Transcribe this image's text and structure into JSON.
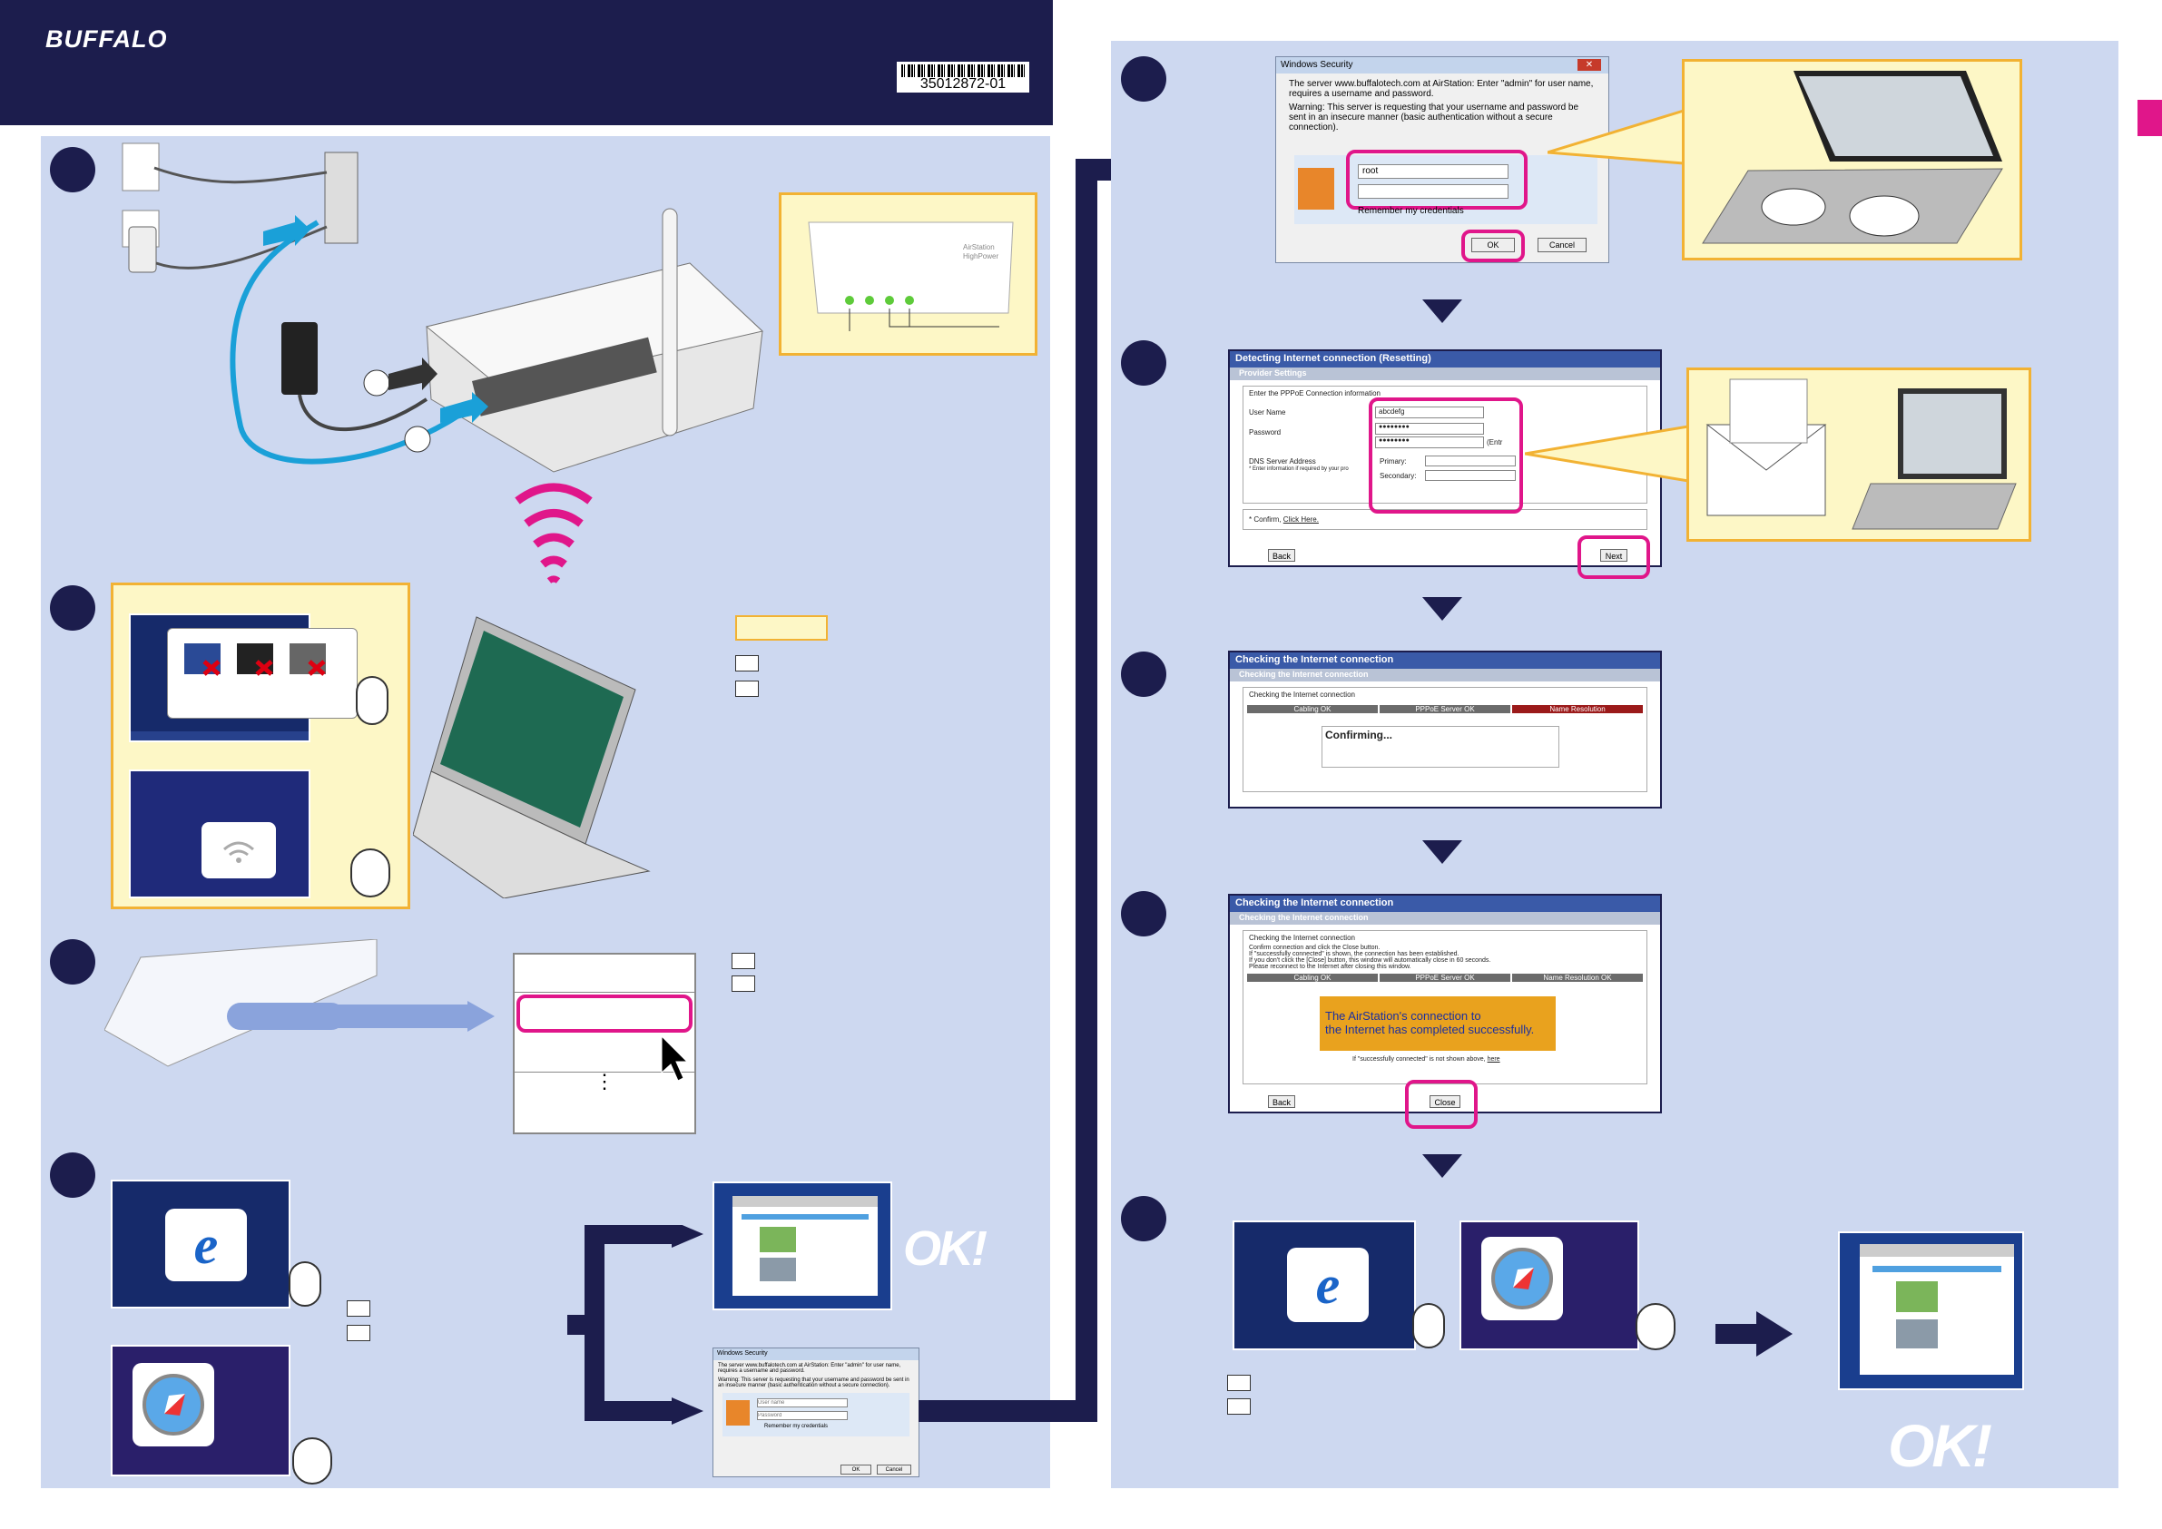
{
  "header": {
    "brand": "BUFFALO",
    "part_number": "35012872-01"
  },
  "windows_security": {
    "title": "Windows Security",
    "message": "The server www.buffalotech.com at AirStation: Enter \"admin\" for user name, requires a username and password.",
    "warning": "Warning: This server is requesting that your username and password be sent in an insecure manner (basic authentication without a secure connection).",
    "username_value": "root",
    "remember_label": "Remember my credentials",
    "ok_label": "OK",
    "cancel_label": "Cancel"
  },
  "mini_windows_security": {
    "title": "Windows Security",
    "message": "The server www.buffalotech.com at AirStation: Enter \"admin\" for user name, requires a username and password.",
    "warning": "Warning: This server is requesting that your username and password be sent in an insecure manner (basic authentication without a secure connection).",
    "username_placeholder": "User name",
    "password_placeholder": "Password",
    "remember_label": "Remember my credentials",
    "ok_label": "OK",
    "cancel_label": "Cancel"
  },
  "detecting": {
    "title": "Detecting Internet connection (Resetting)",
    "subtitle": "Provider Settings",
    "section": "Enter the PPPoE Connection information",
    "username_label": "User Name",
    "username_value": "abcdefg",
    "password_label": "Password",
    "password_mask": "●●●●●●●●",
    "password_confirm_mask": "●●●●●●●●",
    "password_confirm_suffix": "(Entr",
    "dns_label": "DNS Server Address",
    "dns_note": "* Enter information if required by your pro",
    "primary_label": "Primary:",
    "secondary_label": "Secondary:",
    "confirm_text": "* Confirm,",
    "confirm_link": "Click Here.",
    "back_label": "Back",
    "next_label": "Next"
  },
  "checking1": {
    "title": "Checking the Internet connection",
    "subtitle": "Checking the Internet connection",
    "section": "Checking the Internet connection",
    "col1": "Cabling OK",
    "col2": "PPPoE Server OK",
    "col3": "Name Resolution",
    "status": "Confirming..."
  },
  "checking2": {
    "title": "Checking the Internet connection",
    "subtitle": "Checking the Internet connection",
    "section": "Checking the Internet connection",
    "line1": "Confirm connection and click the Close button.",
    "line2": "If \"successfully connected\" is shown, the connection has been established.",
    "line3": "If you don't click the [Close] button, this window will automatically close in 60 seconds.",
    "line4": "Please reconnect to the Internet after closing this window.",
    "col1": "Cabling OK",
    "col2": "PPPoE Server OK",
    "col3": "Name Resolution OK",
    "banner_line1": "The AirStation's connection to",
    "banner_line2": "the Internet has completed successfully.",
    "not_shown_text": "If \"successfully connected\" is not shown above,",
    "not_shown_link": "here",
    "back_label": "Back",
    "close_label": "Close"
  },
  "router": {
    "label_top": "AirStation",
    "label_sub": "HighPower"
  },
  "ok_badge": "OK!"
}
